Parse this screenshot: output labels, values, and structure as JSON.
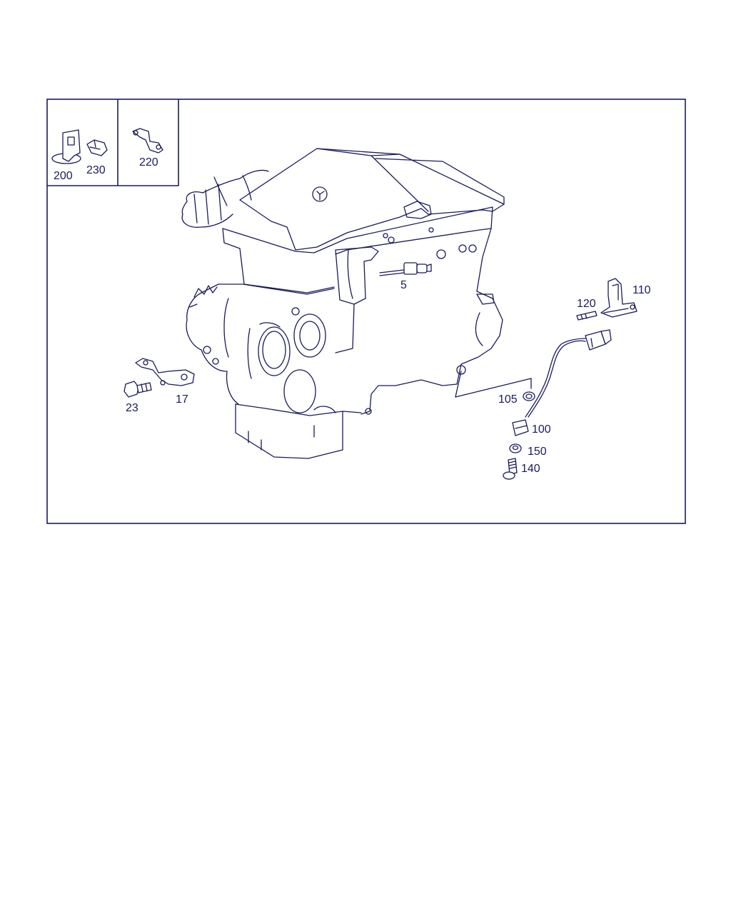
{
  "diagram": {
    "inset_labels": {
      "p200": "200",
      "p230": "230",
      "p220": "220"
    },
    "part_labels": {
      "p5": "5",
      "p17": "17",
      "p23": "23",
      "p100": "100",
      "p105": "105",
      "p110": "110",
      "p120": "120",
      "p140": "140",
      "p150": "150"
    },
    "colors": {
      "line": "#1a1a5e",
      "background": "#ffffff"
    }
  }
}
